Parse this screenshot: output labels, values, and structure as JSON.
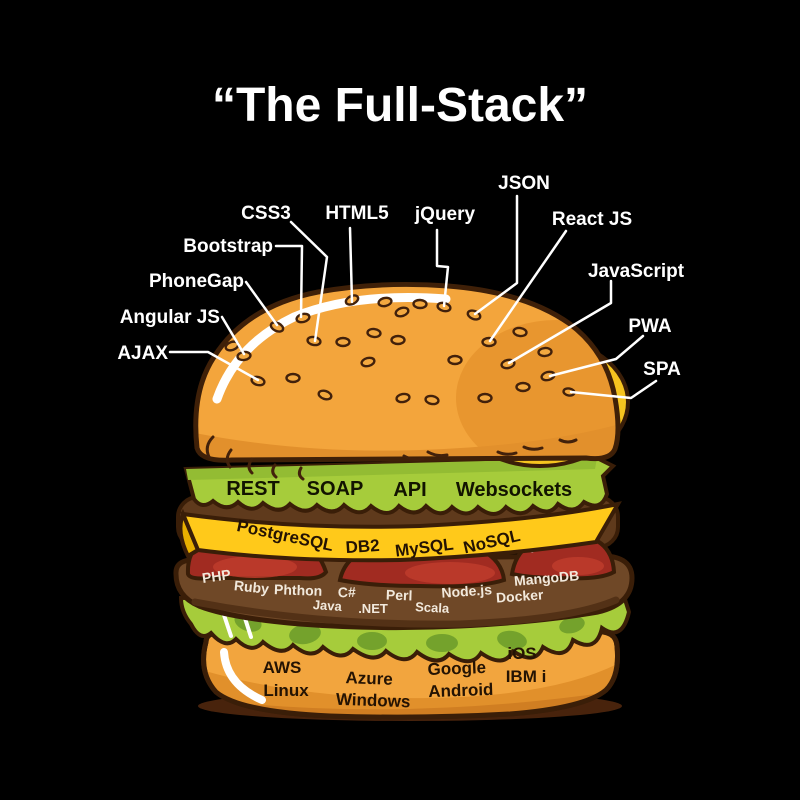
{
  "title": "“The Full-Stack”",
  "callouts": [
    {
      "id": "css3",
      "label": "CSS3"
    },
    {
      "id": "html5",
      "label": "HTML5"
    },
    {
      "id": "jquery",
      "label": "jQuery"
    },
    {
      "id": "json",
      "label": "JSON"
    },
    {
      "id": "react-js",
      "label": "React JS"
    },
    {
      "id": "javascript",
      "label": "JavaScript"
    },
    {
      "id": "pwa",
      "label": "PWA"
    },
    {
      "id": "spa",
      "label": "SPA"
    },
    {
      "id": "bootstrap",
      "label": "Bootstrap"
    },
    {
      "id": "phonegap",
      "label": "PhoneGap"
    },
    {
      "id": "angular-js",
      "label": "Angular JS"
    },
    {
      "id": "ajax",
      "label": "AJAX"
    }
  ],
  "layers": {
    "lettuce": {
      "meaning": "api-protocols",
      "items": [
        "REST",
        "SOAP",
        "API",
        "Websockets"
      ]
    },
    "cheese": {
      "meaning": "databases",
      "items": [
        "PostgreSQL",
        "DB2",
        "MySQL",
        "NoSQL"
      ]
    },
    "patty": {
      "meaning": "languages-runtimes",
      "items": [
        "PHP",
        "Ruby",
        "Phthon",
        "C#",
        "Perl",
        "Node.js",
        "MangoDB",
        "Docker",
        "Java",
        ".NET",
        "Scala"
      ]
    },
    "bun": {
      "meaning": "platforms",
      "items": [
        "AWS",
        "Linux",
        "Azure",
        "Windows",
        "Google",
        "Android",
        "iOS",
        "IBM i"
      ]
    }
  },
  "colors": {
    "background": "#000000",
    "bun_orange": "#F3A53C",
    "bun_shadow": "#E2902C",
    "lettuce_green": "#A6CC3B",
    "lettuce_dark": "#74A22C",
    "cheese_yellow": "#FFC91A",
    "tomato_red": "#A12B21",
    "patty_brown": "#6F4827",
    "outline_brown": "#3A1E08",
    "label_white": "#FFFFFF",
    "layer_text_dark": "#241303"
  }
}
